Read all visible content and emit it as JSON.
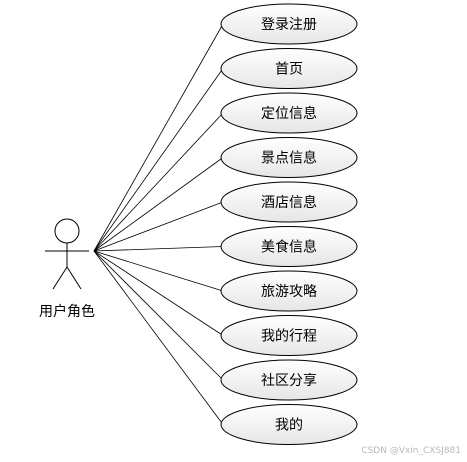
{
  "actor": {
    "label": "用户角色"
  },
  "use_cases": [
    {
      "label": "登录注册"
    },
    {
      "label": "首页"
    },
    {
      "label": "定位信息"
    },
    {
      "label": "景点信息"
    },
    {
      "label": "酒店信息"
    },
    {
      "label": "美食信息"
    },
    {
      "label": "旅游攻略"
    },
    {
      "label": "我的行程"
    },
    {
      "label": "社区分享"
    },
    {
      "label": "我的"
    }
  ],
  "watermark": "CSDN @Vxin_CXSJ881",
  "colors": {
    "line": "#000000",
    "ellipse_fill_top": "#ffffff",
    "ellipse_fill_bottom": "#e6e6e6"
  }
}
